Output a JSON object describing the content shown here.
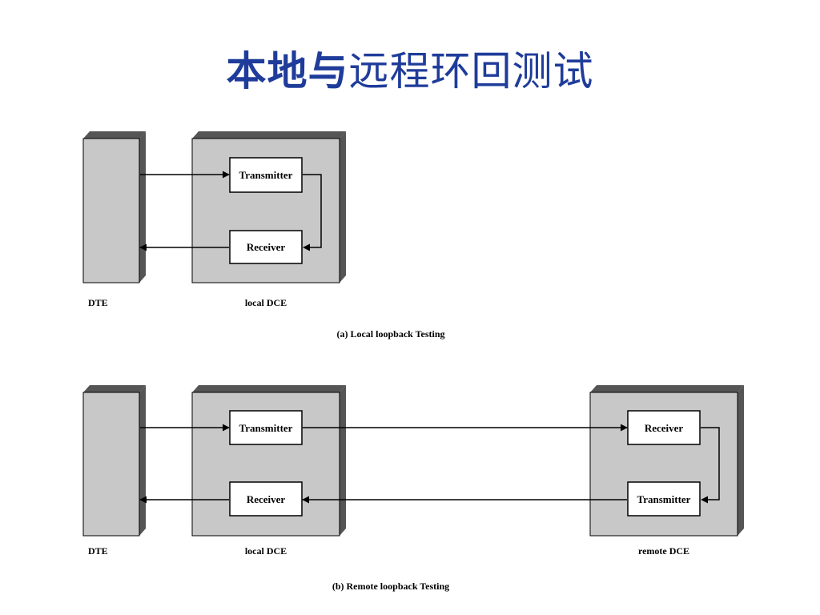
{
  "title": {
    "bold_part": "本地与",
    "light_part": "远程环回测试"
  },
  "colors": {
    "title": "#1f3c9a",
    "device_fill": "#c8c8c8",
    "device_shadow": "#555555",
    "box_fill": "#ffffff",
    "line": "#000000"
  },
  "diagram_a": {
    "dte_label": "DTE",
    "local_dce_label": "local DCE",
    "transmitter_label": "Transmitter",
    "receiver_label": "Receiver",
    "caption": "(a) Local loopback Testing"
  },
  "diagram_b": {
    "dte_label": "DTE",
    "local_dce_label": "local DCE",
    "remote_dce_label": "remote DCE",
    "local_transmitter_label": "Transmitter",
    "local_receiver_label": "Receiver",
    "remote_receiver_label": "Receiver",
    "remote_transmitter_label": "Transmitter",
    "caption": "(b) Remote loopback Testing"
  }
}
